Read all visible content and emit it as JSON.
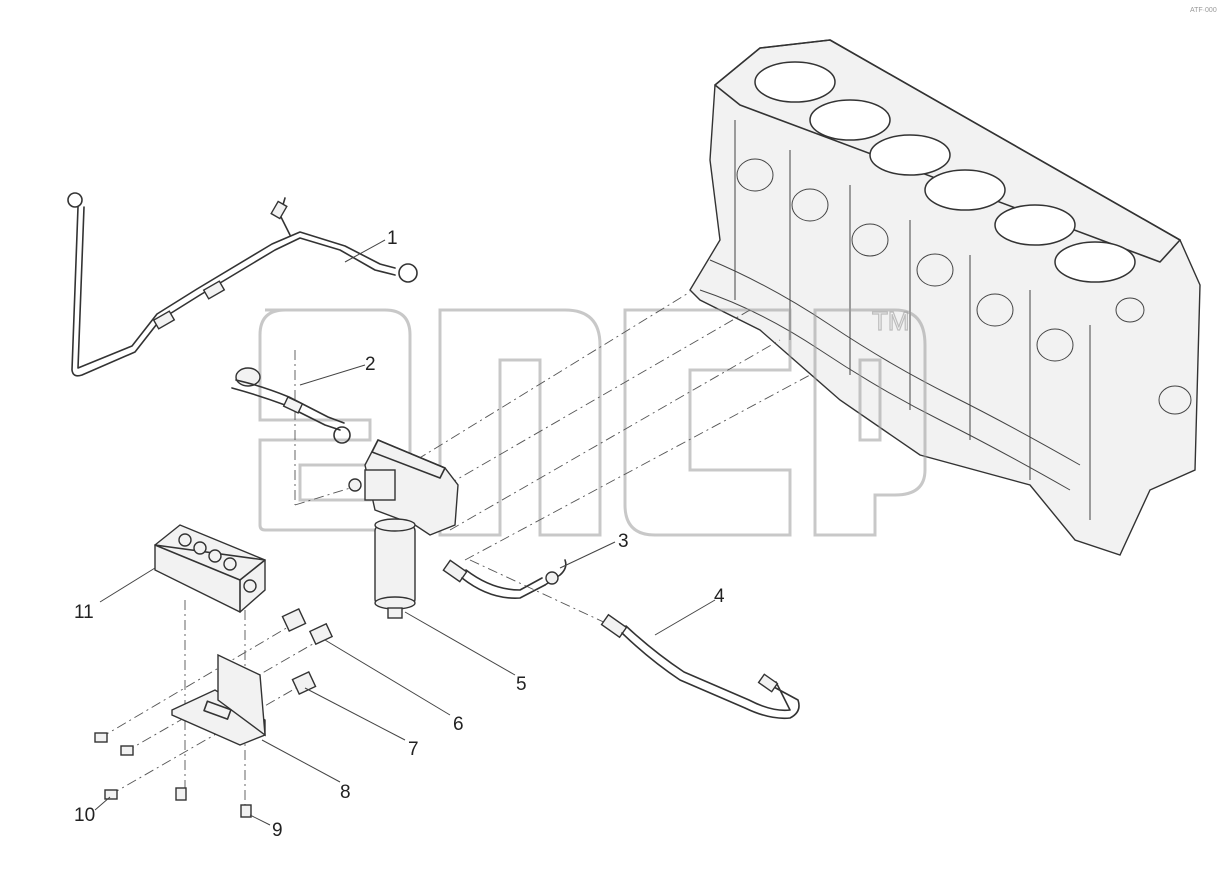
{
  "corner_code": "ATF·000",
  "watermark": {
    "trademark": "TM"
  },
  "callouts": [
    {
      "number": "1"
    },
    {
      "number": "2"
    },
    {
      "number": "3"
    },
    {
      "number": "4"
    },
    {
      "number": "5"
    },
    {
      "number": "6"
    },
    {
      "number": "7"
    },
    {
      "number": "8"
    },
    {
      "number": "9"
    },
    {
      "number": "10"
    },
    {
      "number": "11"
    }
  ]
}
